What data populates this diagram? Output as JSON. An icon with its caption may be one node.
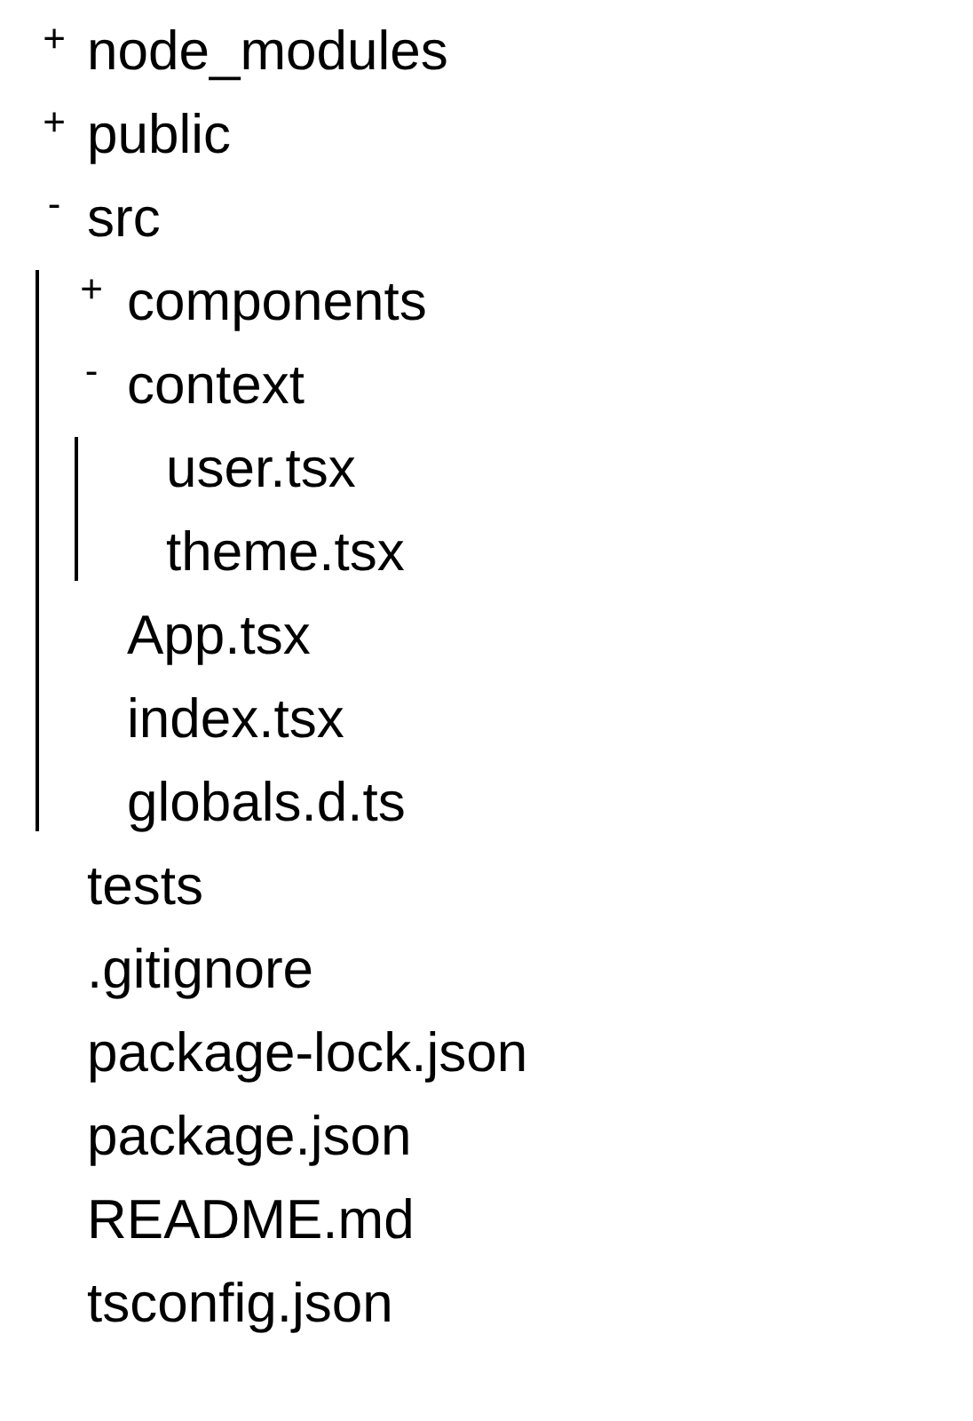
{
  "diagram": {
    "labels": [
      "+",
      "node_modules",
      "+",
      "public",
      "-",
      "src",
      "+",
      "components",
      "-",
      "context",
      "user.tsx",
      "theme.tsx",
      "App.tsx",
      "index.tsx",
      "globals.d.ts",
      "tests",
      ".gitignore",
      "package-lock.json",
      "package.json",
      "README.md",
      "tsconfig.json"
    ]
  }
}
